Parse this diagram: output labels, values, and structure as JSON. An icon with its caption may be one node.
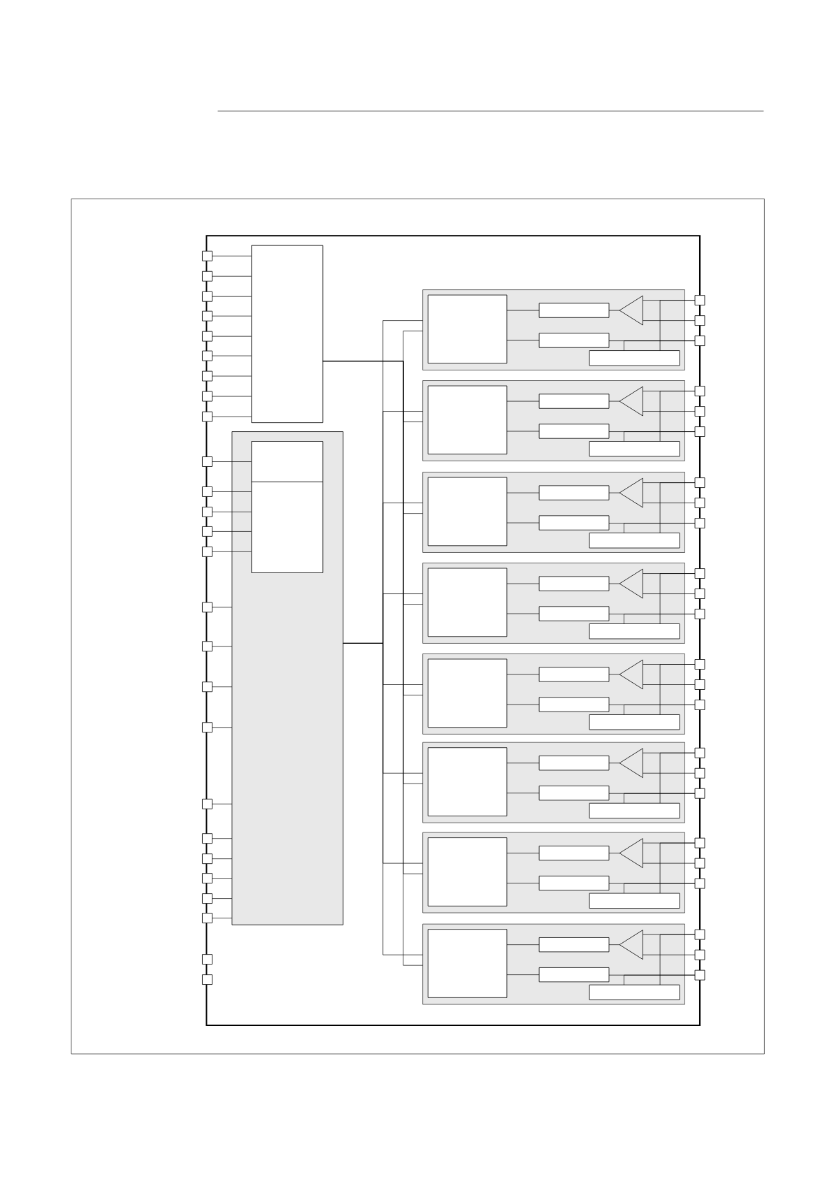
{
  "diagram": {
    "nodes": [
      {
        "text": [],
        "shape": "box"
      },
      {
        "text": [],
        "shape": "box",
        "in": 0
      },
      {
        "text": [],
        "shape": "box",
        "in": 0
      },
      {
        "text": [],
        "shape": "box",
        "in": 2
      },
      {
        "text": [],
        "shape": "box",
        "in": 2
      },
      {
        "text": [],
        "shape": "box"
      },
      {
        "text": [],
        "shape": "box"
      },
      {
        "text": [],
        "shape": "box"
      },
      {
        "text": [],
        "shape": "box"
      },
      {
        "text": [],
        "shape": "box"
      },
      {
        "text": [],
        "shape": "box"
      },
      {
        "text": [],
        "shape": "box"
      },
      {
        "text": [],
        "shape": "box"
      },
      {
        "text": [],
        "shape": "box"
      },
      {
        "text": [],
        "shape": "box"
      },
      {
        "text": [],
        "shape": "box"
      },
      {
        "text": [],
        "shape": "box"
      },
      {
        "text": [],
        "shape": "box"
      },
      {
        "text": [],
        "shape": "box"
      },
      {
        "text": [],
        "shape": "box"
      },
      {
        "text": [],
        "shape": "box"
      },
      {
        "text": [],
        "shape": "box"
      },
      {
        "text": [],
        "shape": "box"
      },
      {
        "text": [],
        "shape": "box"
      },
      {
        "text": [],
        "shape": "box"
      },
      {
        "text": [],
        "shape": "box"
      },
      {
        "text": [],
        "shape": "box"
      },
      {
        "text": [],
        "shape": "box"
      },
      {
        "text": [],
        "shape": "box"
      },
      {
        "text": [],
        "shape": "box"
      },
      {
        "text": [],
        "shape": "box"
      },
      {
        "text": [],
        "shape": "box",
        "in": 0
      },
      {
        "text": [],
        "shape": "box",
        "in": 31
      },
      {
        "text": [],
        "shape": "box",
        "in": 31
      },
      {
        "text": [],
        "shape": "box",
        "in": 31
      },
      {
        "text": [],
        "shape": "triangle",
        "in": 31
      },
      {
        "text": [],
        "shape": "box",
        "in": 31
      },
      {
        "text": [],
        "shape": "box"
      },
      {
        "text": [],
        "shape": "box"
      },
      {
        "text": [],
        "shape": "box"
      },
      {
        "text": [],
        "shape": "box",
        "in": 0
      },
      {
        "text": [],
        "shape": "box",
        "in": 40
      },
      {
        "text": [],
        "shape": "box",
        "in": 40
      },
      {
        "text": [],
        "shape": "box",
        "in": 40
      },
      {
        "text": [],
        "shape": "triangle",
        "in": 40
      },
      {
        "text": [],
        "shape": "box",
        "in": 40
      },
      {
        "text": [],
        "shape": "box"
      },
      {
        "text": [],
        "shape": "box"
      },
      {
        "text": [],
        "shape": "box"
      },
      {
        "text": [],
        "shape": "box",
        "in": 0
      },
      {
        "text": [],
        "shape": "box",
        "in": 49
      },
      {
        "text": [],
        "shape": "box",
        "in": 49
      },
      {
        "text": [],
        "shape": "box",
        "in": 49
      },
      {
        "text": [],
        "shape": "triangle",
        "in": 49
      },
      {
        "text": [],
        "shape": "box",
        "in": 49
      },
      {
        "text": [],
        "shape": "box"
      },
      {
        "text": [],
        "shape": "box"
      },
      {
        "text": [],
        "shape": "box"
      },
      {
        "text": [],
        "shape": "box",
        "in": 0
      },
      {
        "text": [],
        "shape": "box",
        "in": 58
      },
      {
        "text": [],
        "shape": "box",
        "in": 58
      },
      {
        "text": [],
        "shape": "box",
        "in": 58
      },
      {
        "text": [],
        "shape": "triangle",
        "in": 58
      },
      {
        "text": [],
        "shape": "box",
        "in": 58
      },
      {
        "text": [],
        "shape": "box"
      },
      {
        "text": [],
        "shape": "box"
      },
      {
        "text": [],
        "shape": "box"
      },
      {
        "text": [],
        "shape": "box",
        "in": 0
      },
      {
        "text": [],
        "shape": "box",
        "in": 67
      },
      {
        "text": [],
        "shape": "box",
        "in": 67
      },
      {
        "text": [],
        "shape": "box",
        "in": 67
      },
      {
        "text": [],
        "shape": "triangle",
        "in": 67
      },
      {
        "text": [],
        "shape": "box",
        "in": 67
      },
      {
        "text": [],
        "shape": "box"
      },
      {
        "text": [],
        "shape": "box"
      },
      {
        "text": [],
        "shape": "box"
      },
      {
        "text": [],
        "shape": "box",
        "in": 0
      },
      {
        "text": [],
        "shape": "box",
        "in": 76
      },
      {
        "text": [],
        "shape": "box",
        "in": 76
      },
      {
        "text": [],
        "shape": "box",
        "in": 76
      },
      {
        "text": [],
        "shape": "triangle",
        "in": 76
      },
      {
        "text": [],
        "shape": "box",
        "in": 76
      },
      {
        "text": [],
        "shape": "box"
      },
      {
        "text": [],
        "shape": "box"
      },
      {
        "text": [],
        "shape": "box"
      },
      {
        "text": [],
        "shape": "box",
        "in": 0
      },
      {
        "text": [],
        "shape": "box",
        "in": 85
      },
      {
        "text": [],
        "shape": "box",
        "in": 85
      },
      {
        "text": [],
        "shape": "box",
        "in": 85
      },
      {
        "text": [],
        "shape": "triangle",
        "in": 85
      },
      {
        "text": [],
        "shape": "box",
        "in": 85
      },
      {
        "text": [],
        "shape": "box"
      },
      {
        "text": [],
        "shape": "box"
      },
      {
        "text": [],
        "shape": "box"
      },
      {
        "text": [],
        "shape": "box",
        "in": 0
      },
      {
        "text": [],
        "shape": "box",
        "in": 94
      },
      {
        "text": [],
        "shape": "box",
        "in": 94
      },
      {
        "text": [],
        "shape": "box",
        "in": 94
      },
      {
        "text": [],
        "shape": "triangle",
        "in": 94
      },
      {
        "text": [],
        "shape": "box",
        "in": 94
      },
      {
        "text": [],
        "shape": "box"
      },
      {
        "text": [],
        "shape": "box"
      },
      {
        "text": [],
        "shape": "box"
      }
    ],
    "edges": [
      {
        "from": 5,
        "to": 1,
        "arrow": "none"
      },
      {
        "from": 6,
        "to": 1,
        "arrow": "none"
      },
      {
        "from": 7,
        "to": 1,
        "arrow": "none"
      },
      {
        "from": 8,
        "to": 1,
        "arrow": "none"
      },
      {
        "from": 9,
        "to": 1,
        "arrow": "none"
      },
      {
        "from": 10,
        "to": 1,
        "arrow": "none"
      },
      {
        "from": 11,
        "to": 1,
        "arrow": "none"
      },
      {
        "from": 12,
        "to": 1,
        "arrow": "none"
      },
      {
        "from": 13,
        "to": 1,
        "arrow": "none"
      },
      {
        "from": 14,
        "to": 3,
        "arrow": "none"
      },
      {
        "from": 15,
        "to": 4,
        "arrow": "none"
      },
      {
        "from": 16,
        "to": 4,
        "arrow": "none"
      },
      {
        "from": 17,
        "to": 4,
        "arrow": "none"
      },
      {
        "from": 18,
        "to": 4,
        "arrow": "none"
      },
      {
        "from": 19,
        "to": 2,
        "arrow": "none"
      },
      {
        "from": 20,
        "to": 2,
        "arrow": "none"
      },
      {
        "from": 21,
        "to": 2,
        "arrow": "none"
      },
      {
        "from": 22,
        "to": 2,
        "arrow": "none"
      },
      {
        "from": 23,
        "to": 2,
        "arrow": "none"
      },
      {
        "from": 24,
        "to": 2,
        "arrow": "none"
      },
      {
        "from": 25,
        "to": 2,
        "arrow": "none"
      },
      {
        "from": 26,
        "to": 2,
        "arrow": "none"
      },
      {
        "from": 27,
        "to": 2,
        "arrow": "none"
      },
      {
        "from": 28,
        "to": 2,
        "arrow": "none"
      },
      {
        "from": 1,
        "to": 31,
        "arrow": "none"
      },
      {
        "from": 2,
        "to": 31,
        "arrow": "none"
      },
      {
        "from": 1,
        "to": 40,
        "arrow": "none"
      },
      {
        "from": 2,
        "to": 40,
        "arrow": "none"
      },
      {
        "from": 1,
        "to": 49,
        "arrow": "none"
      },
      {
        "from": 2,
        "to": 49,
        "arrow": "none"
      },
      {
        "from": 1,
        "to": 58,
        "arrow": "none"
      },
      {
        "from": 2,
        "to": 58,
        "arrow": "none"
      },
      {
        "from": 1,
        "to": 67,
        "arrow": "none"
      },
      {
        "from": 2,
        "to": 67,
        "arrow": "none"
      },
      {
        "from": 1,
        "to": 76,
        "arrow": "none"
      },
      {
        "from": 2,
        "to": 76,
        "arrow": "none"
      },
      {
        "from": 1,
        "to": 85,
        "arrow": "none"
      },
      {
        "from": 2,
        "to": 85,
        "arrow": "none"
      },
      {
        "from": 1,
        "to": 94,
        "arrow": "none"
      },
      {
        "from": 2,
        "to": 94,
        "arrow": "none"
      },
      {
        "from": 32,
        "to": 33,
        "arrow": "none"
      },
      {
        "from": 32,
        "to": 34,
        "arrow": "none"
      },
      {
        "from": 33,
        "to": 35,
        "arrow": "none"
      },
      {
        "from": 35,
        "to": 37,
        "arrow": "none"
      },
      {
        "from": 35,
        "to": 38,
        "arrow": "none"
      },
      {
        "from": 34,
        "to": 39,
        "arrow": "none"
      },
      {
        "from": 36,
        "to": 37,
        "arrow": "none"
      },
      {
        "from": 36,
        "to": 39,
        "arrow": "none"
      },
      {
        "from": 41,
        "to": 42,
        "arrow": "none"
      },
      {
        "from": 41,
        "to": 43,
        "arrow": "none"
      },
      {
        "from": 42,
        "to": 44,
        "arrow": "none"
      },
      {
        "from": 44,
        "to": 46,
        "arrow": "none"
      },
      {
        "from": 44,
        "to": 47,
        "arrow": "none"
      },
      {
        "from": 43,
        "to": 48,
        "arrow": "none"
      },
      {
        "from": 45,
        "to": 46,
        "arrow": "none"
      },
      {
        "from": 45,
        "to": 48,
        "arrow": "none"
      },
      {
        "from": 50,
        "to": 51,
        "arrow": "none"
      },
      {
        "from": 50,
        "to": 52,
        "arrow": "none"
      },
      {
        "from": 51,
        "to": 53,
        "arrow": "none"
      },
      {
        "from": 53,
        "to": 55,
        "arrow": "none"
      },
      {
        "from": 53,
        "to": 56,
        "arrow": "none"
      },
      {
        "from": 52,
        "to": 57,
        "arrow": "none"
      },
      {
        "from": 54,
        "to": 55,
        "arrow": "none"
      },
      {
        "from": 54,
        "to": 57,
        "arrow": "none"
      },
      {
        "from": 59,
        "to": 60,
        "arrow": "none"
      },
      {
        "from": 59,
        "to": 61,
        "arrow": "none"
      },
      {
        "from": 60,
        "to": 62,
        "arrow": "none"
      },
      {
        "from": 62,
        "to": 64,
        "arrow": "none"
      },
      {
        "from": 62,
        "to": 65,
        "arrow": "none"
      },
      {
        "from": 61,
        "to": 66,
        "arrow": "none"
      },
      {
        "from": 63,
        "to": 64,
        "arrow": "none"
      },
      {
        "from": 63,
        "to": 66,
        "arrow": "none"
      },
      {
        "from": 68,
        "to": 69,
        "arrow": "none"
      },
      {
        "from": 68,
        "to": 70,
        "arrow": "none"
      },
      {
        "from": 69,
        "to": 71,
        "arrow": "none"
      },
      {
        "from": 71,
        "to": 73,
        "arrow": "none"
      },
      {
        "from": 71,
        "to": 74,
        "arrow": "none"
      },
      {
        "from": 70,
        "to": 75,
        "arrow": "none"
      },
      {
        "from": 72,
        "to": 73,
        "arrow": "none"
      },
      {
        "from": 72,
        "to": 75,
        "arrow": "none"
      },
      {
        "from": 77,
        "to": 78,
        "arrow": "none"
      },
      {
        "from": 77,
        "to": 79,
        "arrow": "none"
      },
      {
        "from": 78,
        "to": 80,
        "arrow": "none"
      },
      {
        "from": 80,
        "to": 82,
        "arrow": "none"
      },
      {
        "from": 80,
        "to": 83,
        "arrow": "none"
      },
      {
        "from": 79,
        "to": 84,
        "arrow": "none"
      },
      {
        "from": 81,
        "to": 82,
        "arrow": "none"
      },
      {
        "from": 81,
        "to": 84,
        "arrow": "none"
      },
      {
        "from": 86,
        "to": 87,
        "arrow": "none"
      },
      {
        "from": 86,
        "to": 88,
        "arrow": "none"
      },
      {
        "from": 87,
        "to": 89,
        "arrow": "none"
      },
      {
        "from": 89,
        "to": 91,
        "arrow": "none"
      },
      {
        "from": 89,
        "to": 92,
        "arrow": "none"
      },
      {
        "from": 88,
        "to": 93,
        "arrow": "none"
      },
      {
        "from": 90,
        "to": 91,
        "arrow": "none"
      },
      {
        "from": 90,
        "to": 93,
        "arrow": "none"
      },
      {
        "from": 95,
        "to": 96,
        "arrow": "none"
      },
      {
        "from": 95,
        "to": 97,
        "arrow": "none"
      },
      {
        "from": 96,
        "to": 98,
        "arrow": "none"
      },
      {
        "from": 98,
        "to": 100,
        "arrow": "none"
      },
      {
        "from": 98,
        "to": 101,
        "arrow": "none"
      },
      {
        "from": 97,
        "to": 102,
        "arrow": "none"
      },
      {
        "from": 99,
        "to": 100,
        "arrow": "none"
      },
      {
        "from": 99,
        "to": 102,
        "arrow": "none"
      }
    ]
  }
}
